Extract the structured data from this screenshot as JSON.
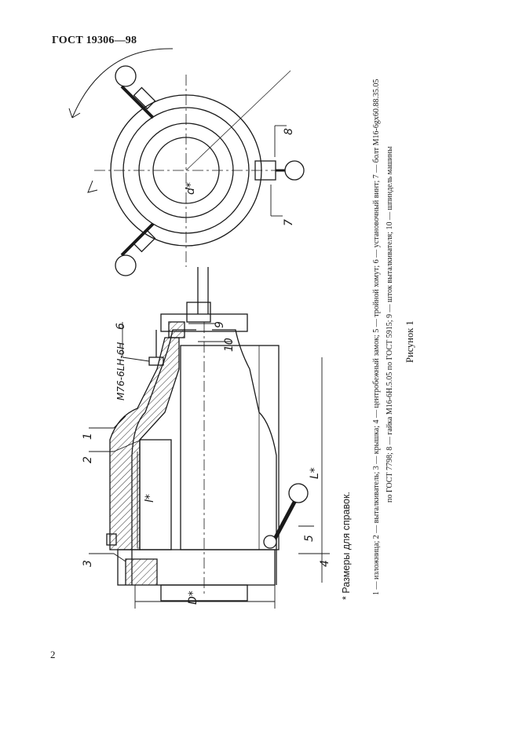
{
  "header": {
    "title": "ГОСТ 19306—98"
  },
  "page": {
    "number": "2"
  },
  "notes": {
    "reference": "* Размеры для справок."
  },
  "legend": {
    "line1": "1 — изложница; 2 — выталкиватель; 3 — крышка; 4 — центробежный замок; 5 — тройной хомут; 6 — установочный винт; 7 — болт М16-6gх60.88.35.05",
    "line2": "по ГОСТ 7798; 8 — гайка М16-6Н.5.05 по ГОСТ 5915; 9 — шток выталкивателя; 10 — шпиндель машины"
  },
  "figure": {
    "caption": "Рисунок 1",
    "thread_label": "М76-6LH-6H",
    "dim_L": "L*",
    "dim_l": "l*",
    "dim_d": "d*",
    "dim_D": "D*",
    "callouts": [
      "1",
      "2",
      "3",
      "4",
      "5",
      "6",
      "7",
      "8",
      "9",
      "10"
    ]
  }
}
